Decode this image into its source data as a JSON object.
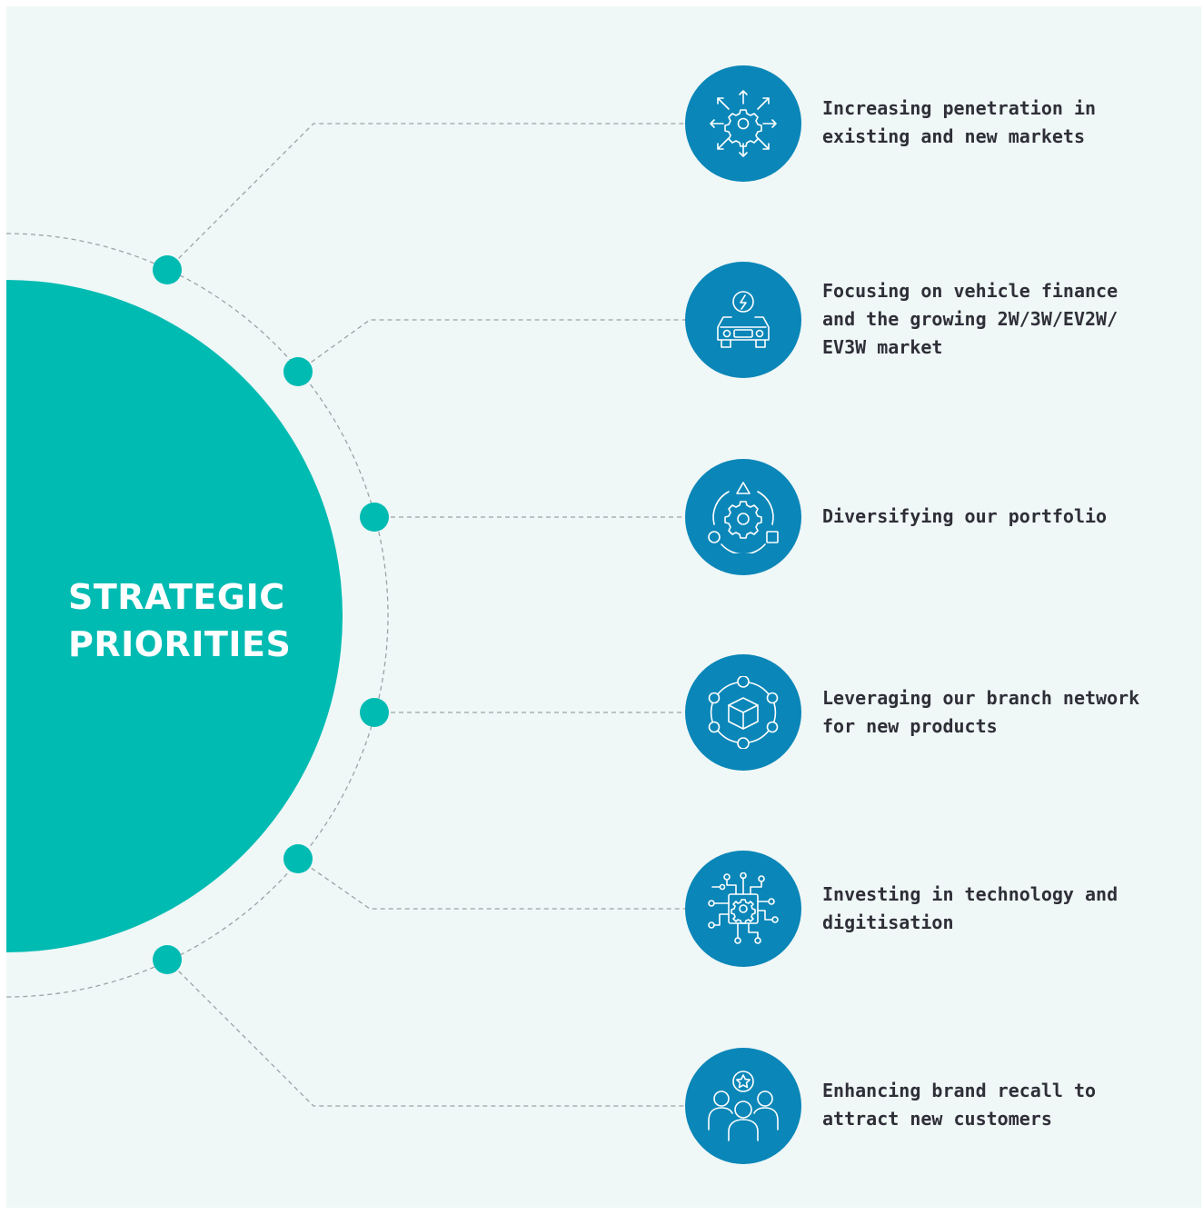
{
  "title_lines": [
    "STRATEGIC",
    "PRIORITIES"
  ],
  "colors": {
    "background": "#eff7f7",
    "accent_teal": "#00bbb2",
    "icon_blue": "#0a86b8",
    "text_dark": "#2f2f38",
    "connector_gray": "#9aa3a8"
  },
  "priorities": [
    {
      "icon": "gear-expansion-icon",
      "lines": [
        "Increasing penetration in",
        "existing and new markets"
      ]
    },
    {
      "icon": "electric-vehicle-icon",
      "lines": [
        "Focusing on vehicle finance",
        "and the growing 2W/3W/EV2W/",
        "EV3W market"
      ]
    },
    {
      "icon": "gear-shapes-cycle-icon",
      "lines": [
        "Diversifying our portfolio"
      ]
    },
    {
      "icon": "network-cube-icon",
      "lines": [
        "Leveraging our branch network",
        "for new products"
      ]
    },
    {
      "icon": "chip-circuit-icon",
      "lines": [
        "Investing in technology and",
        "digitisation"
      ]
    },
    {
      "icon": "people-star-icon",
      "lines": [
        "Enhancing brand recall to",
        "attract new customers"
      ]
    }
  ]
}
